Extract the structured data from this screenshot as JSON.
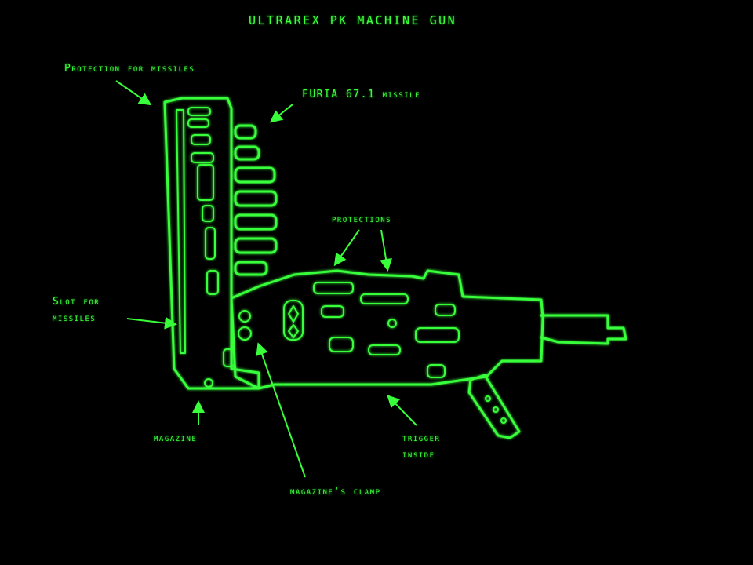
{
  "title": "ULTRAREX PK MACHINE GUN",
  "colors": {
    "background": "#000000",
    "outline": "#39ff3a",
    "text": "#39ff3a"
  },
  "labels": {
    "protection_for_missiles": "Protection for missiles",
    "furia_missile": "FURIA 67.1 missile",
    "protections": "protections",
    "slot_for_missiles": [
      "Slot for",
      "missiles"
    ],
    "magazine": "magazine",
    "trigger_inside": [
      "trigger",
      "inside"
    ],
    "magazines_clamp": "magazine's clamp"
  }
}
